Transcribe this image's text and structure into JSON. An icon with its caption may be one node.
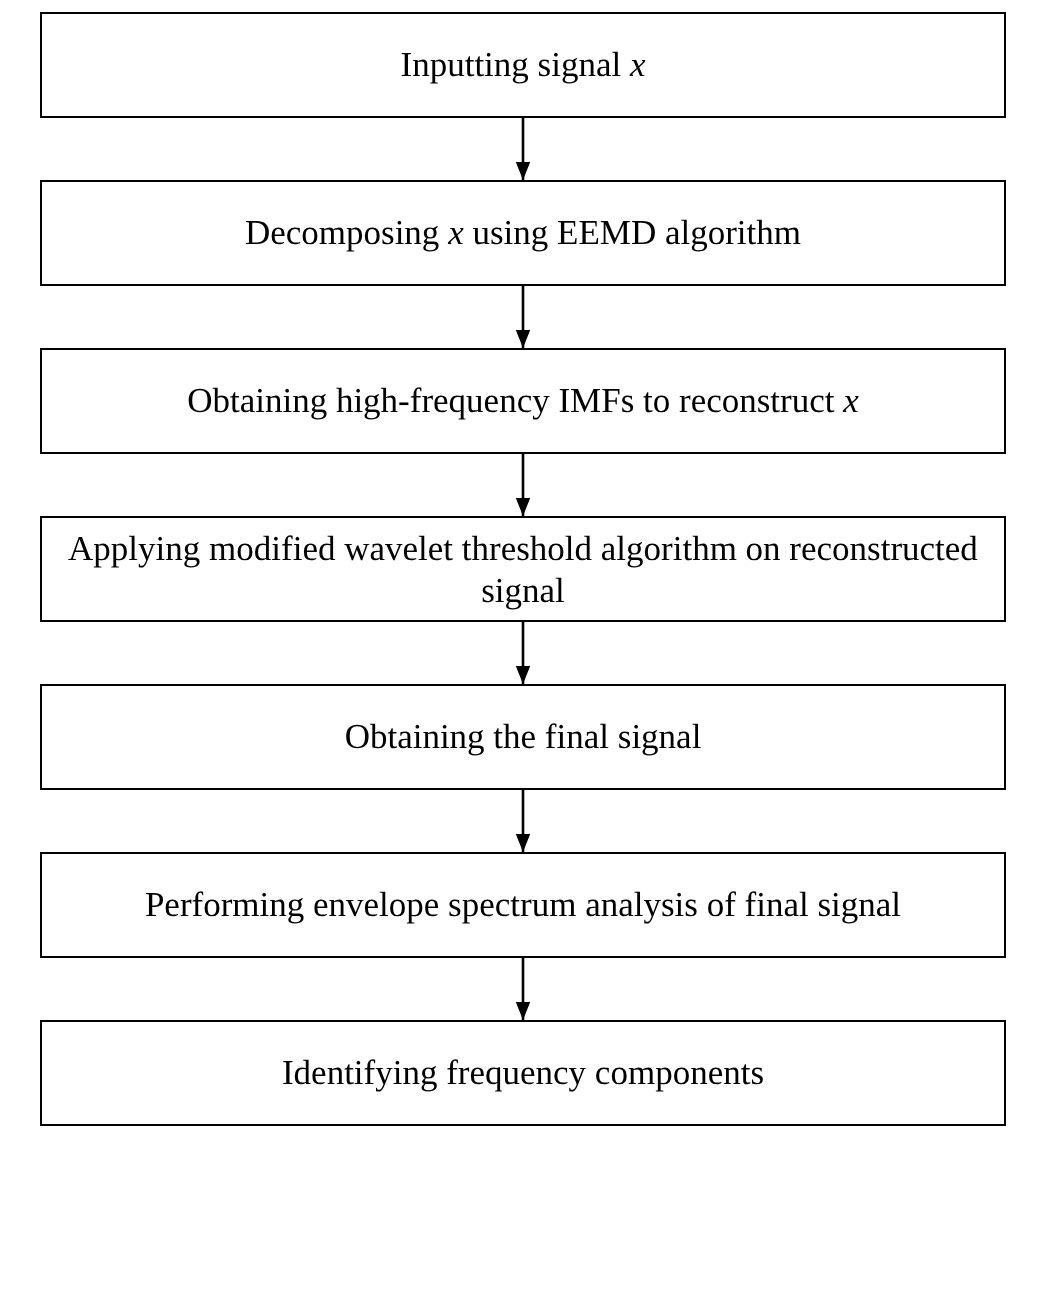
{
  "diagram": {
    "nodes": [
      {
        "text": [
          "Inputting signal *x*"
        ]
      },
      {
        "text": [
          "Decomposing *x* using EEMD algorithm"
        ]
      },
      {
        "text": [
          "Obtaining high-frequency IMFs to reconstruct *x*"
        ]
      },
      {
        "text": [
          "Applying modified wavelet threshold algorithm on reconstructed signal"
        ]
      },
      {
        "text": [
          "Obtaining the final signal"
        ]
      },
      {
        "text": [
          "Performing envelope spectrum analysis of final signal"
        ]
      },
      {
        "text": [
          "Identifying frequency components"
        ]
      }
    ],
    "edges": [
      {
        "from": 0,
        "to": 1,
        "arrow": "to"
      },
      {
        "from": 1,
        "to": 2,
        "arrow": "to"
      },
      {
        "from": 2,
        "to": 3,
        "arrow": "to"
      },
      {
        "from": 3,
        "to": 4,
        "arrow": "to"
      },
      {
        "from": 4,
        "to": 5,
        "arrow": "to"
      },
      {
        "from": 5,
        "to": 6,
        "arrow": "to"
      }
    ]
  }
}
